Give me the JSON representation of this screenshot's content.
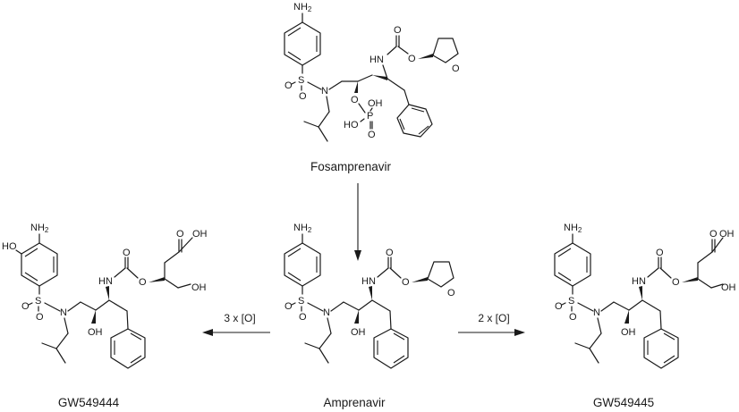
{
  "compounds": {
    "fosamprenavir": "Fosamprenavir",
    "amprenavir": "Amprenavir",
    "left_metabolite": "GW549444",
    "right_metabolite": "GW549445"
  },
  "conditions": {
    "left": "3 x [O]",
    "right": "2 x [O]"
  },
  "atoms": {
    "NH2": "NH",
    "NH2_sub": "2",
    "HN": "HN",
    "O": "O",
    "S": "S",
    "N": "N",
    "P": "P",
    "OH": "OH",
    "HO": "HO"
  }
}
